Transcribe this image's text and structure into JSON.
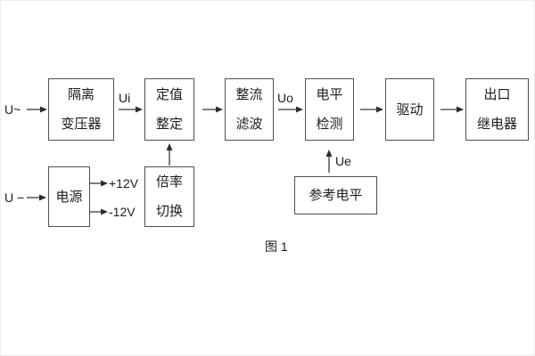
{
  "figure": {
    "caption": "图 1",
    "colors": {
      "border": "#4f4f4f",
      "text": "#1c1c1c",
      "background": "#ffffff",
      "line": "#3a3a3a"
    }
  },
  "blocks": [
    {
      "id": "isolation-transformer",
      "lines": [
        "隔离",
        "变压器"
      ]
    },
    {
      "id": "setting-adjust",
      "lines": [
        "定值",
        "整定"
      ]
    },
    {
      "id": "rectifier-filter",
      "lines": [
        "整流",
        "滤波"
      ]
    },
    {
      "id": "level-detect",
      "lines": [
        "电平",
        "检测"
      ]
    },
    {
      "id": "drive",
      "lines": [
        "驱动"
      ]
    },
    {
      "id": "output-relay",
      "lines": [
        "出口",
        "继电器"
      ]
    },
    {
      "id": "power-supply",
      "lines": [
        "电源"
      ]
    },
    {
      "id": "multiplier-switch",
      "lines": [
        "倍率",
        "切换"
      ]
    },
    {
      "id": "reference-level",
      "lines": [
        "参考电平"
      ]
    }
  ],
  "labels": {
    "input_ac": "U~",
    "ui": "Ui",
    "uo": "Uo",
    "input_dc": "U −",
    "plus12v": "+12V",
    "minus12v": "-12V",
    "ue": "Ue"
  },
  "icons": {
    "arrows": [
      "arrow-right-input-ac",
      "arrow-right-ui",
      "arrow-right-2-3",
      "arrow-right-uo",
      "arrow-right-4-5",
      "arrow-right-5-6",
      "arrow-right-input-dc",
      "arrow-right-plus12v",
      "arrow-right-minus12v",
      "arrow-up-multiplier",
      "arrow-up-ue"
    ]
  }
}
